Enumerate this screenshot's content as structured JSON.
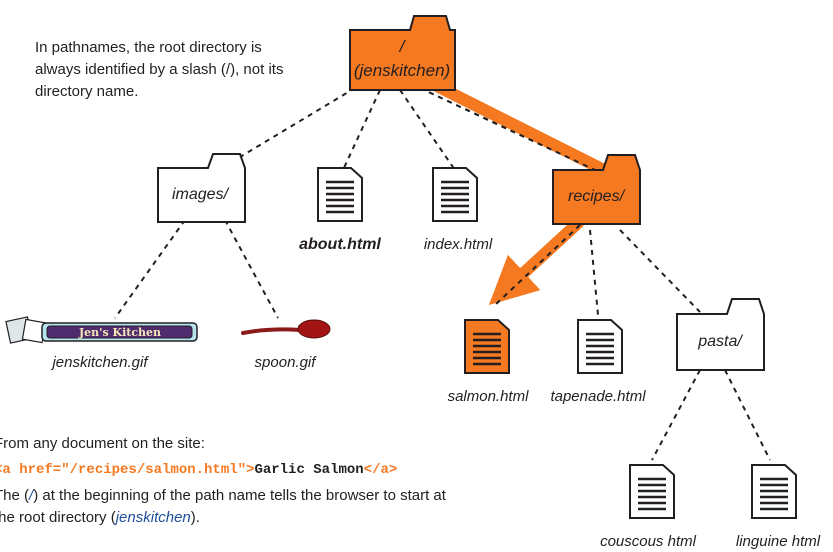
{
  "root_note": "In pathnames, the root directory is always identified by a slash (/), not its directory name.",
  "root_folder": {
    "line1": "/",
    "line2": "(jenskitchen)"
  },
  "folders": {
    "images": "images/",
    "recipes": "recipes/",
    "pasta": "pasta/"
  },
  "files": {
    "about": "about.html",
    "index": "index.html",
    "jenskitchen_gif": "jenskitchen.gif",
    "spoon_gif": "spoon.gif",
    "salmon": "salmon.html",
    "tapenade": "tapenade.html",
    "couscous": "couscous html",
    "linguine": "linguine html"
  },
  "logo_text": "Jen's Kitchen",
  "bottom": {
    "intro": "From any document on the site:",
    "code_open": "<a href=\"/recipes/salmon.html\">",
    "code_text": "Garlic Salmon",
    "code_close": "</a>",
    "explain_1": "The (",
    "explain_slash": "/",
    "explain_2": ") at the beginning of the path name tells the browser to start at",
    "explain_3": "the root directory (",
    "explain_root": "jenskitchen",
    "explain_4": ")."
  },
  "colors": {
    "highlight": "#f47920",
    "highlight_dark": "#e05a10",
    "link": "#1f4e99"
  }
}
